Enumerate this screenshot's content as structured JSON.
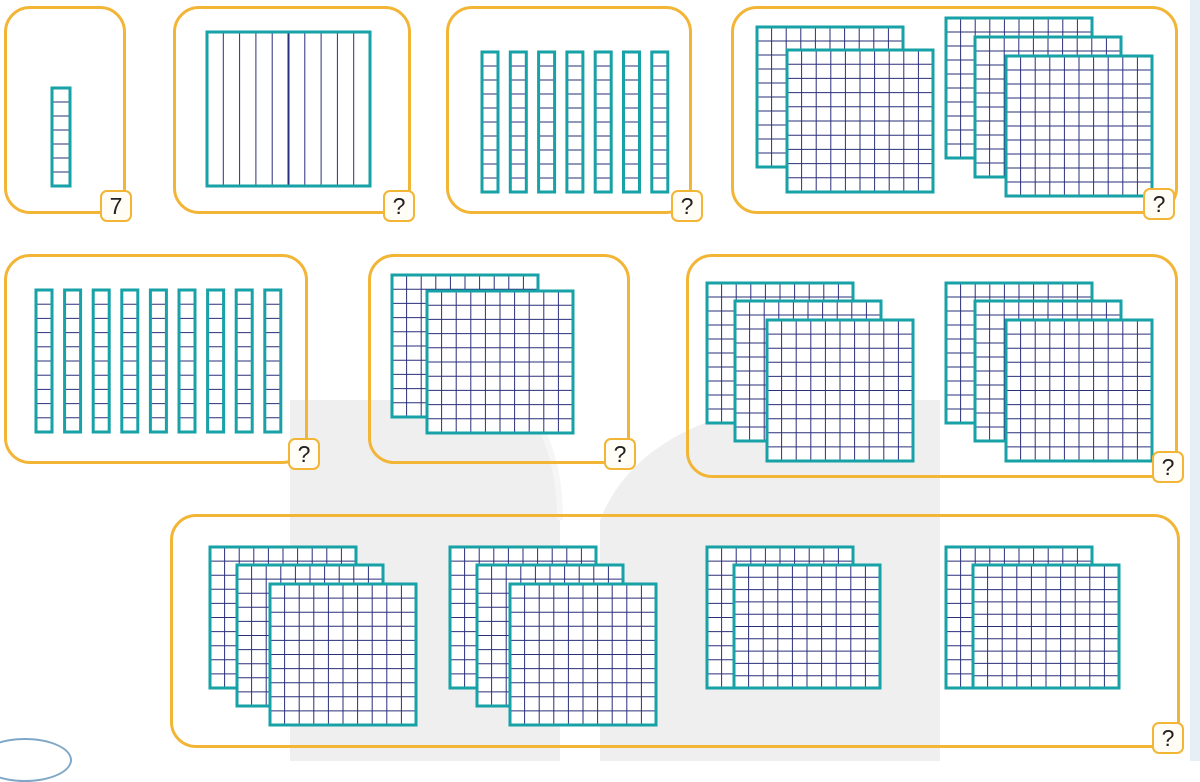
{
  "colors": {
    "frame": "#f2b535",
    "block_outline": "#16a2a6",
    "grid_line": "#2a2f7a",
    "watermark": "#efefef"
  },
  "blocks": {
    "one_hundred": "hundred-square",
    "ten": "ten-rod"
  },
  "groups": [
    {
      "id": "group-1",
      "badge": "7",
      "tens": 0,
      "hundreds": 0,
      "units": 7
    },
    {
      "id": "group-2",
      "badge": "?",
      "tens": 10
    },
    {
      "id": "group-3",
      "badge": "?",
      "tens": 7
    },
    {
      "id": "group-4",
      "badge": "?",
      "hundreds": 5
    },
    {
      "id": "group-5",
      "badge": "?",
      "tens": 9
    },
    {
      "id": "group-6",
      "badge": "?",
      "hundreds": 2
    },
    {
      "id": "group-7",
      "badge": "?",
      "hundreds": 6
    },
    {
      "id": "group-8",
      "badge": "?",
      "hundreds": 10
    }
  ]
}
